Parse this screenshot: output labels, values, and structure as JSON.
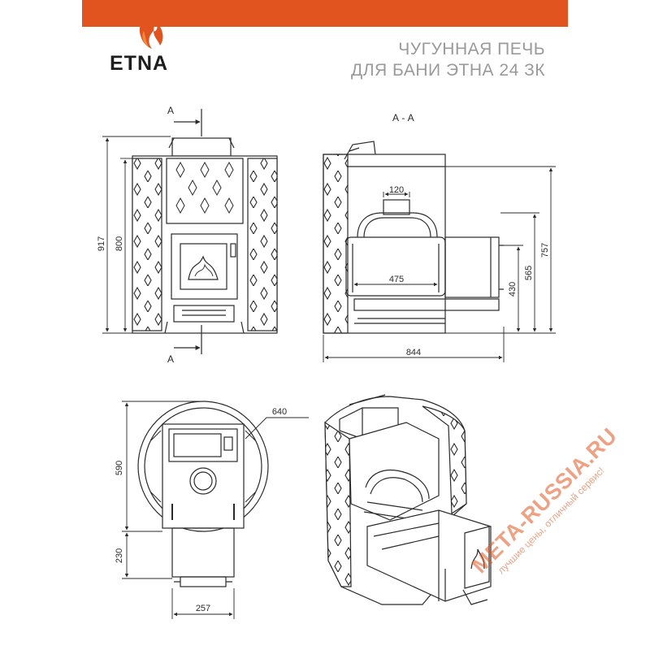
{
  "header": {
    "accent_color": "#e2541f",
    "brand": {
      "name": "ETNA",
      "icon": "flame-icon"
    },
    "title_line1": "ЧУГУННАЯ ПЕЧЬ",
    "title_line2": "ДЛЯ БАНИ ЭТНА 24 ЗК"
  },
  "front_view": {
    "section_mark_top": "A",
    "section_mark_bottom": "A",
    "dim_height_total": "917",
    "dim_height_body": "800"
  },
  "section_view": {
    "label": "А - А",
    "dim_chimney": "120",
    "dim_firebox": "475",
    "dim_total_width": "844",
    "dim_height_1": "757",
    "dim_height_2": "565",
    "dim_height_3": "430"
  },
  "top_view": {
    "dim_diameter": "640",
    "dim_depth": "590",
    "dim_tunnel_length": "230",
    "dim_tunnel_width": "257"
  },
  "watermark": {
    "site": "META-RUSSIA.RU",
    "slogan": "лучшие цены, отличный сервис!"
  }
}
